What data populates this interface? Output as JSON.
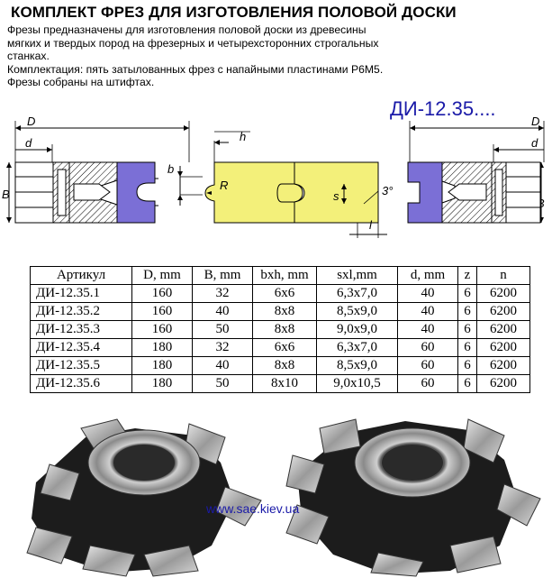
{
  "page_title": "КОМПЛЕКТ ФРЕЗ ДЛЯ ИЗГОТОВЛЕНИЯ ПОЛОВОЙ ДОСКИ",
  "description": {
    "line1": "Фрезы предназначены для изготовления половой доски из древесины",
    "line2": "мягких и твердых пород на фрезерных и четырехсторонних строгальных",
    "line3": "станках.",
    "line4": "Комплектация: пять затылованных фрез с напайными пластинами Р6М5.",
    "line5": "Фрезы собраны на штифтах."
  },
  "product_code": "ДИ-12.35....",
  "drawing_labels": {
    "D_left": "D",
    "d_left": "d",
    "B_left": "B",
    "h": "h",
    "b": "b",
    "R": "R",
    "s": "s",
    "angle": "3°",
    "l": "l",
    "D_right": "D",
    "d_right": "d",
    "B_right": "B"
  },
  "colors": {
    "accent_violet": "#7b6fd6",
    "board_yellow": "#f3f07a",
    "link_blue": "#1a1aa8"
  },
  "table": {
    "headers": [
      "Артикул",
      "D, mm",
      "B, mm",
      "bxh, mm",
      "sxl,mm",
      "d, mm",
      "z",
      "n"
    ],
    "rows": [
      [
        "ДИ-12.35.1",
        "160",
        "32",
        "6x6",
        "6,3x7,0",
        "40",
        "6",
        "6200"
      ],
      [
        "ДИ-12.35.2",
        "160",
        "40",
        "8x8",
        "8,5x9,0",
        "40",
        "6",
        "6200"
      ],
      [
        "ДИ-12.35.3",
        "160",
        "50",
        "8x8",
        "9,0x9,0",
        "40",
        "6",
        "6200"
      ],
      [
        "ДИ-12.35.4",
        "180",
        "32",
        "6x6",
        "6,3x7,0",
        "60",
        "6",
        "6200"
      ],
      [
        "ДИ-12.35.5",
        "180",
        "40",
        "8x8",
        "8,5x9,0",
        "60",
        "6",
        "6200"
      ],
      [
        "ДИ-12.35.6",
        "180",
        "50",
        "8x10",
        "9,0x10,5",
        "60",
        "6",
        "6200"
      ]
    ]
  },
  "website": "www.sae.kiev.ua"
}
